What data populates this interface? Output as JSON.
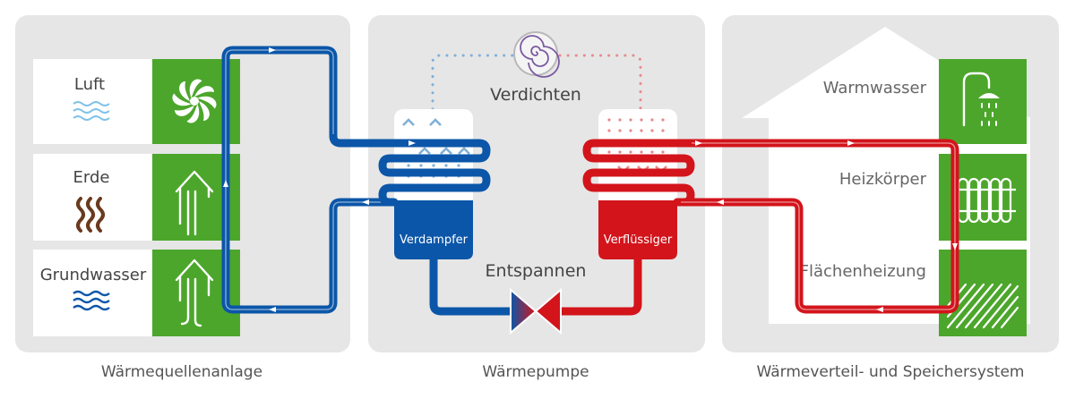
{
  "sections": {
    "source": {
      "caption": "Wärmequellenanlage",
      "items": [
        {
          "label": "Luft",
          "icon": "fan-icon"
        },
        {
          "label": "Erde",
          "icon": "earth-pipe-icon"
        },
        {
          "label": "Grundwasser",
          "icon": "groundwater-well-icon"
        }
      ]
    },
    "pump": {
      "caption": "Wärmepumpe",
      "compress_label": "Verdichten",
      "expand_label": "Entspannen",
      "evaporator_label": "Verdampfer",
      "condenser_label": "Verflüssiger"
    },
    "distribution": {
      "caption": "Wärmeverteil- und Speichersystem",
      "items": [
        {
          "label": "Warmwasser",
          "icon": "shower-icon"
        },
        {
          "label": "Heizkörper",
          "icon": "radiator-icon"
        },
        {
          "label": "Flächenheizung",
          "icon": "floor-heating-icon"
        }
      ]
    }
  },
  "colors": {
    "cold": "#0b56a8",
    "warm": "#d3141b",
    "green": "#4ca62b",
    "panel": "#e6e6e6"
  }
}
